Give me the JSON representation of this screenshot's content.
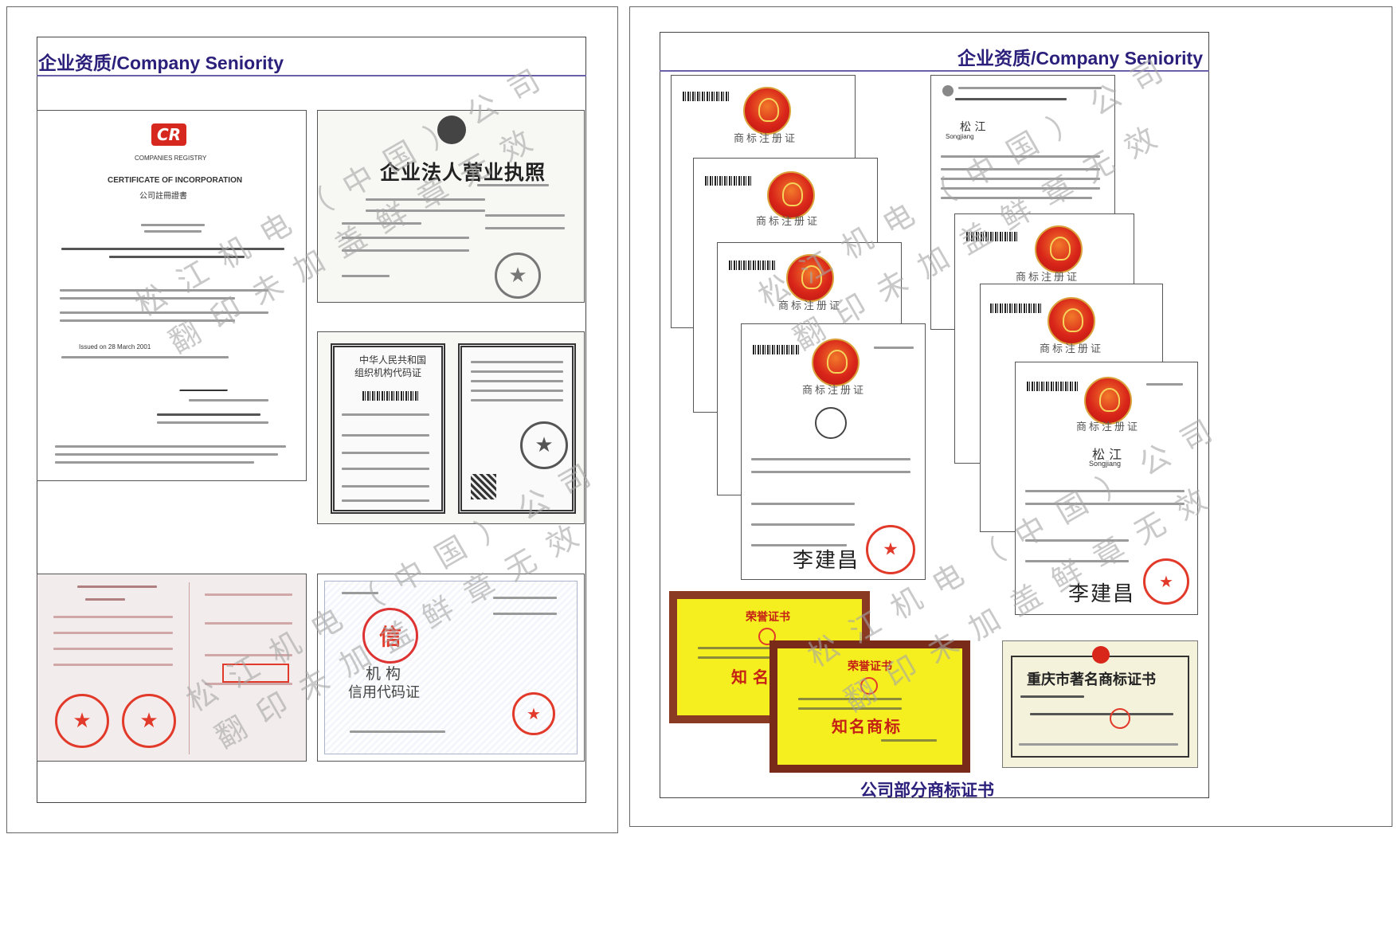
{
  "left_page": {
    "heading": "企业资质/Company Seniority",
    "incorporation": {
      "logo": "CR",
      "org": "COMPANIES REGISTRY",
      "title": "CERTIFICATE OF INCORPORATION",
      "title_cn": "公司註冊證書",
      "issued": "Issued on 28 March 2001"
    },
    "business_license": {
      "title": "企业法人营业执照"
    },
    "org_code": {
      "title_line1": "中华人民共和国",
      "title_line2": "组织机构代码证"
    },
    "credit": {
      "line1": "机 构",
      "line2": "信用代码证"
    }
  },
  "right_page": {
    "heading": "企业资质/Company Seniority",
    "trademark_title": "商标注册证",
    "brand_cn": "松 江",
    "brand_en": "Songjiang",
    "signature": "李建昌",
    "honor_title": "荣誉证书",
    "honor_award": "知名商标",
    "honor_award_short": "知 名",
    "chongqing_title": "重庆市著名商标证书",
    "caption": "公司部分商标证书"
  },
  "watermark": {
    "line1": "松江机电（中国）公司",
    "line2": "翻印未加盖鲜章无效"
  }
}
